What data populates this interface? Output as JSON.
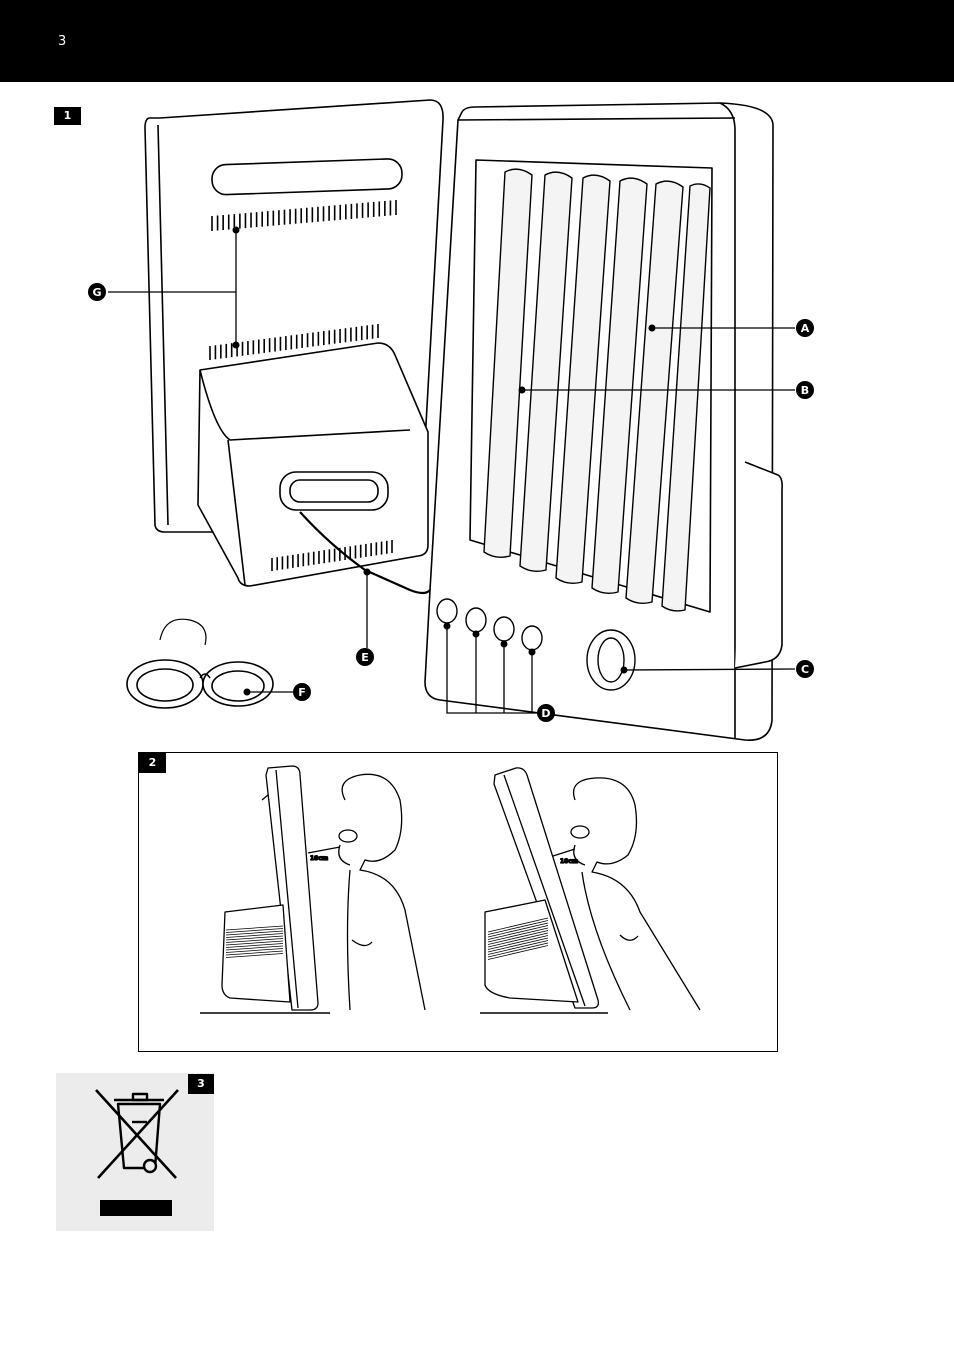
{
  "header": {
    "page_number": "3"
  },
  "figure1": {
    "number": "1",
    "callouts": {
      "a": "A",
      "b": "B",
      "c": "C",
      "d": "D",
      "e": "E",
      "f": "F",
      "g": "G"
    }
  },
  "figure2": {
    "number": "2",
    "distance_label": "10cm"
  },
  "figure3": {
    "number": "3"
  },
  "colors": {
    "header": "#000000",
    "panel": "#ececec",
    "line": "#000000"
  }
}
